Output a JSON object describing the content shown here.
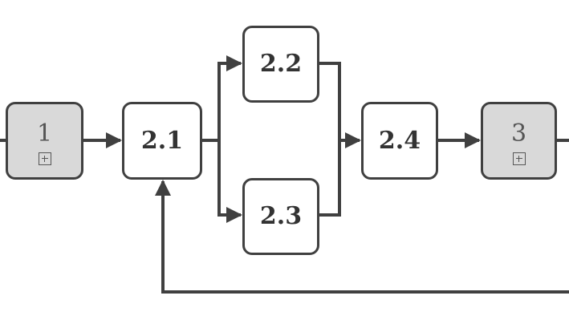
{
  "diagram": {
    "nodes": [
      {
        "id": "1",
        "label": "1",
        "collapsed": true
      },
      {
        "id": "2.1",
        "label": "2.1",
        "collapsed": false
      },
      {
        "id": "2.2",
        "label": "2.2",
        "collapsed": false
      },
      {
        "id": "2.3",
        "label": "2.3",
        "collapsed": false
      },
      {
        "id": "2.4",
        "label": "2.4",
        "collapsed": false
      },
      {
        "id": "3",
        "label": "3",
        "collapsed": true
      }
    ],
    "edges": [
      {
        "from": "1",
        "to": "2.1"
      },
      {
        "from": "2.1",
        "to": "2.2"
      },
      {
        "from": "2.1",
        "to": "2.3"
      },
      {
        "from": "2.2",
        "to": "2.4"
      },
      {
        "from": "2.3",
        "to": "2.4"
      },
      {
        "from": "2.4",
        "to": "3"
      },
      {
        "from": "3",
        "to": "2.1",
        "type": "loop-back"
      }
    ],
    "colors": {
      "stroke": "#404040",
      "collapsed_fill": "#d9d9d9",
      "node_fill": "#ffffff",
      "text": "#333333"
    },
    "collapsed_marker_icon": "expand-plus-icon"
  }
}
